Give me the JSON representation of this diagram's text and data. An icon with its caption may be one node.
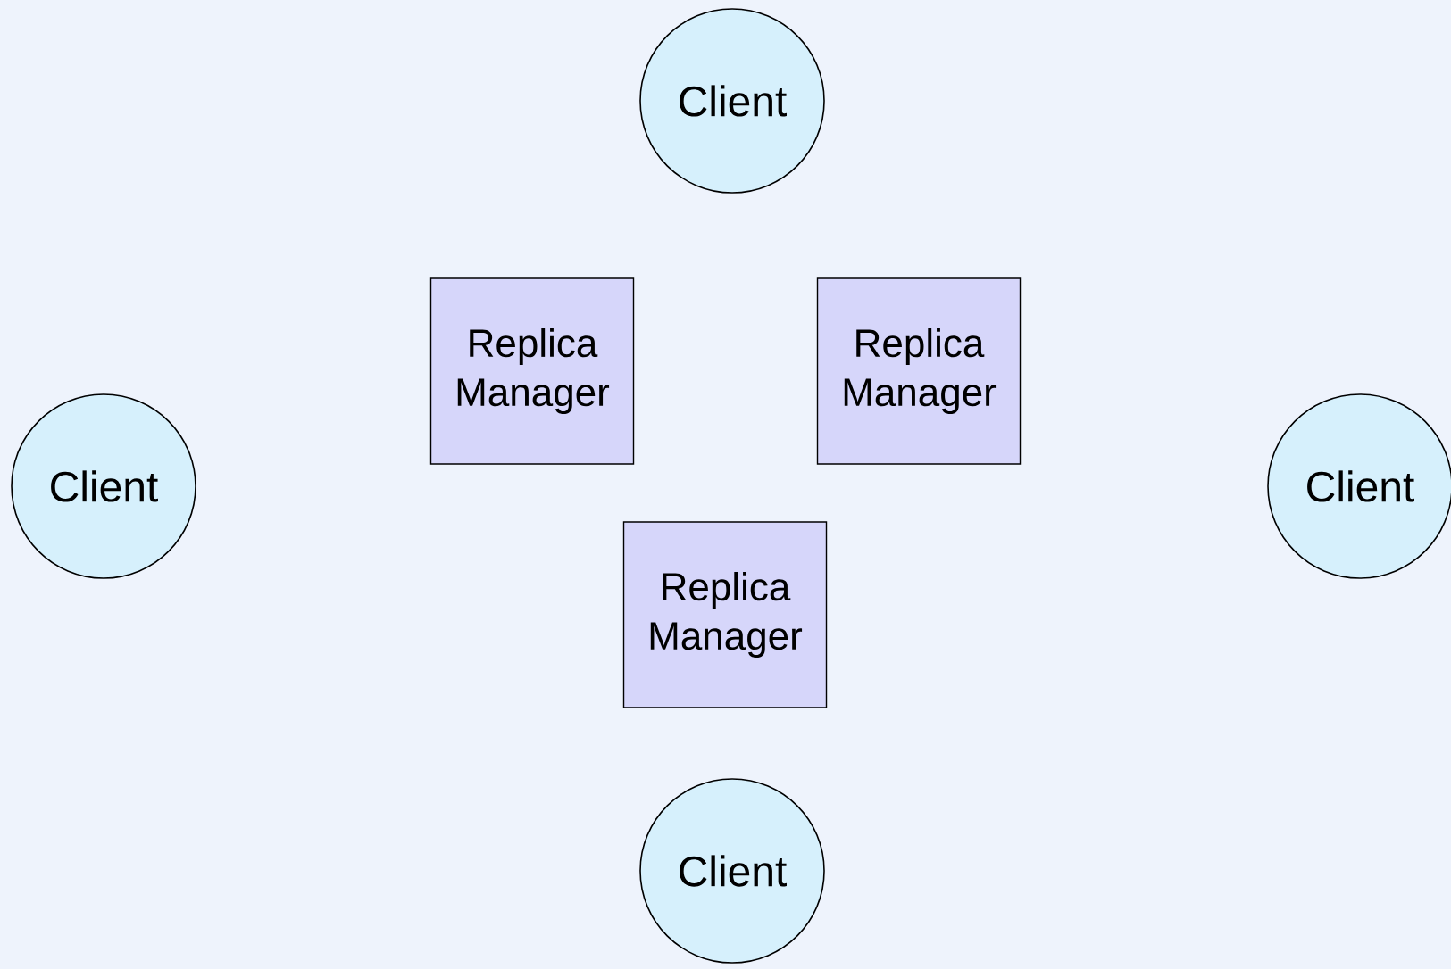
{
  "diagram": {
    "nodes": [
      {
        "text": [
          "Client"
        ]
      },
      {
        "text": [
          "Replica Manager"
        ]
      },
      {
        "text": [
          "Replica Manager"
        ]
      },
      {
        "text": [
          "Client"
        ]
      },
      {
        "text": [
          "Client"
        ]
      },
      {
        "text": [
          "Replica Manager"
        ]
      },
      {
        "text": [
          "Client"
        ]
      }
    ]
  }
}
